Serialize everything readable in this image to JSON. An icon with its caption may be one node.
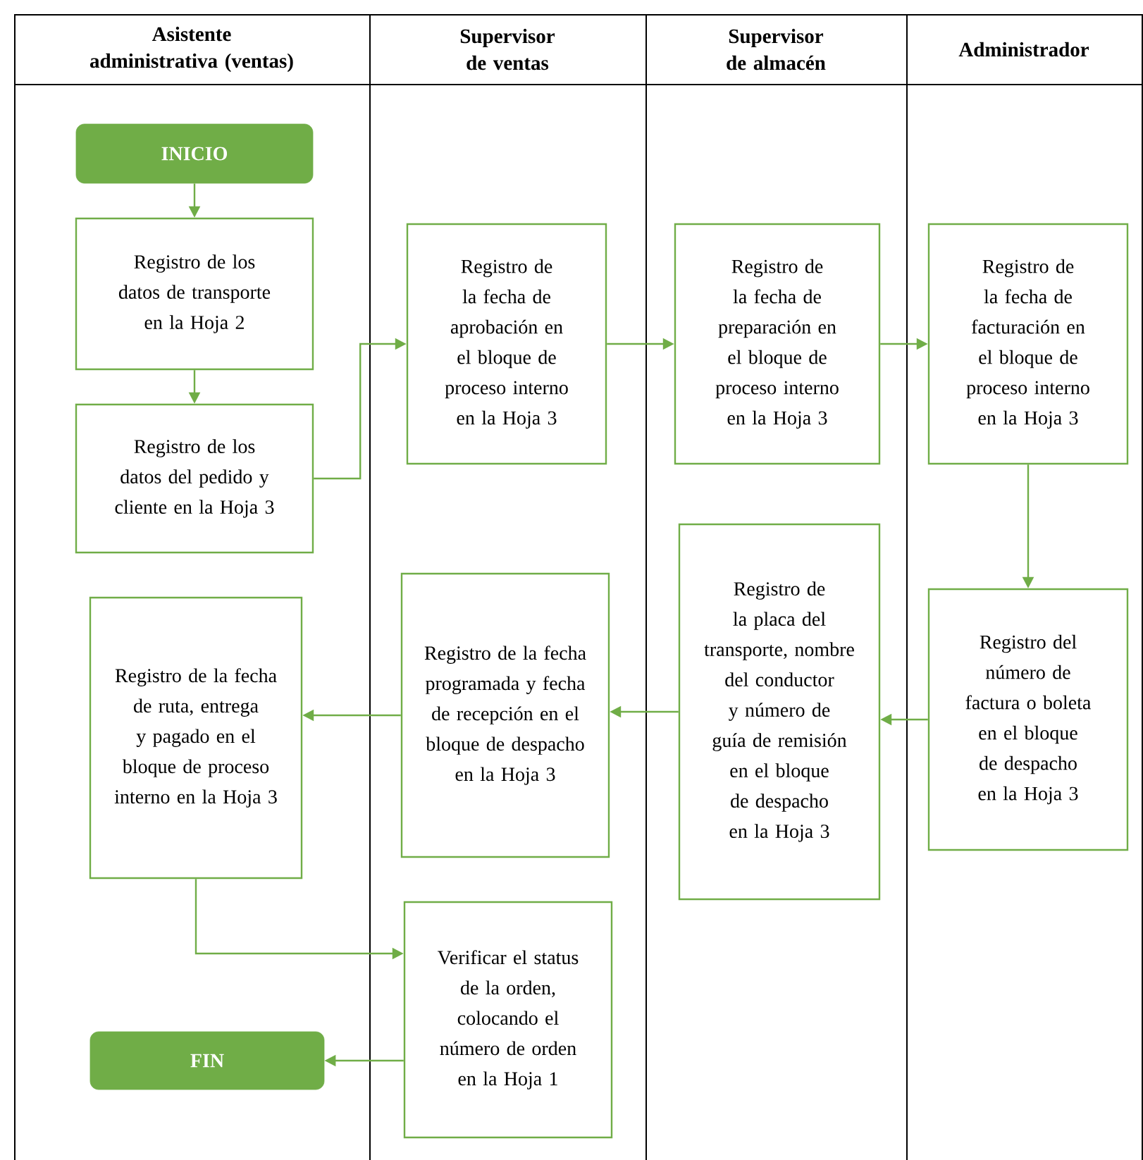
{
  "diagram": {
    "nodes": [
      {
        "text": [
          "Asistente administrativa (ventas)"
        ]
      },
      {
        "text": [
          "Supervisor de ventas"
        ]
      },
      {
        "text": [
          "Supervisor de almacén"
        ]
      },
      {
        "text": [
          "Administrador"
        ]
      },
      {
        "text": [
          "INICIO"
        ],
        "in": 0
      },
      {
        "text": [
          "Registro de los datos de transporte en la Hoja 2"
        ],
        "in": 0
      },
      {
        "text": [
          "Registro de los datos del pedido y cliente en la Hoja 3"
        ],
        "in": 0
      },
      {
        "text": [
          "Registro de la fecha de aprobación en el bloque de proceso interno en la Hoja 3"
        ],
        "in": 1
      },
      {
        "text": [
          "Registro de la fecha de preparación en el bloque de proceso interno en la Hoja 3"
        ],
        "in": 2
      },
      {
        "text": [
          "Registro de la fecha de facturación en el bloque de proceso interno en la Hoja 3"
        ],
        "in": 3
      },
      {
        "text": [
          "Registro de la placa del transporte, nombre del conductor y número de guía de remisión en el bloque de despacho en la Hoja 3"
        ],
        "in": 2
      },
      {
        "text": [
          "Registro del número de factura o boleta en el bloque de despacho en la Hoja 3"
        ],
        "in": 3
      },
      {
        "text": [
          "Registro de la fecha programada y fecha de recepción en el bloque de despacho en la Hoja 3"
        ],
        "in": 1
      },
      {
        "text": [
          "Registro de la fecha de ruta, entrega y pagado en el bloque de proceso interno en la Hoja 3"
        ],
        "in": 0
      },
      {
        "text": [
          "Verificar el status de la orden, colocando el número de orden en la Hoja 1"
        ],
        "in": 1
      },
      {
        "text": [
          "FIN"
        ],
        "in": 0
      }
    ],
    "edges": [
      {
        "from": 4,
        "to": 5,
        "arrow": "to"
      },
      {
        "from": 5,
        "to": 6,
        "arrow": "to"
      },
      {
        "from": 6,
        "to": 7,
        "arrow": "to"
      },
      {
        "from": 7,
        "to": 8,
        "arrow": "to"
      },
      {
        "from": 8,
        "to": 9,
        "arrow": "to"
      },
      {
        "from": 9,
        "to": 11,
        "arrow": "to"
      },
      {
        "from": 11,
        "to": 10,
        "arrow": "to"
      },
      {
        "from": 10,
        "to": 12,
        "arrow": "to"
      },
      {
        "from": 12,
        "to": 13,
        "arrow": "to"
      },
      {
        "from": 13,
        "to": 14,
        "arrow": "to"
      },
      {
        "from": 14,
        "to": 15,
        "arrow": "to"
      }
    ]
  }
}
